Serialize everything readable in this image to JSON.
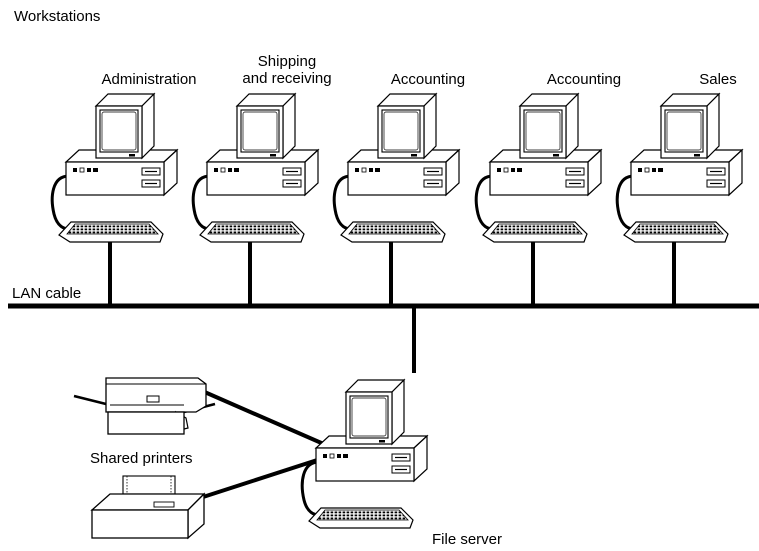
{
  "heading": "Workstations",
  "workstations": [
    {
      "label": "Administration"
    },
    {
      "label": "Shipping\nand receiving"
    },
    {
      "label": "Accounting"
    },
    {
      "label": "Accounting"
    },
    {
      "label": "Sales"
    }
  ],
  "lan_label": "LAN cable",
  "printers_label": "Shared printers",
  "server_label": "File server",
  "colors": {
    "line": "#000000",
    "fill": "#ffffff",
    "keys": "#000000"
  },
  "icons": [
    "computer-icon",
    "keyboard-icon",
    "printer-icon"
  ]
}
